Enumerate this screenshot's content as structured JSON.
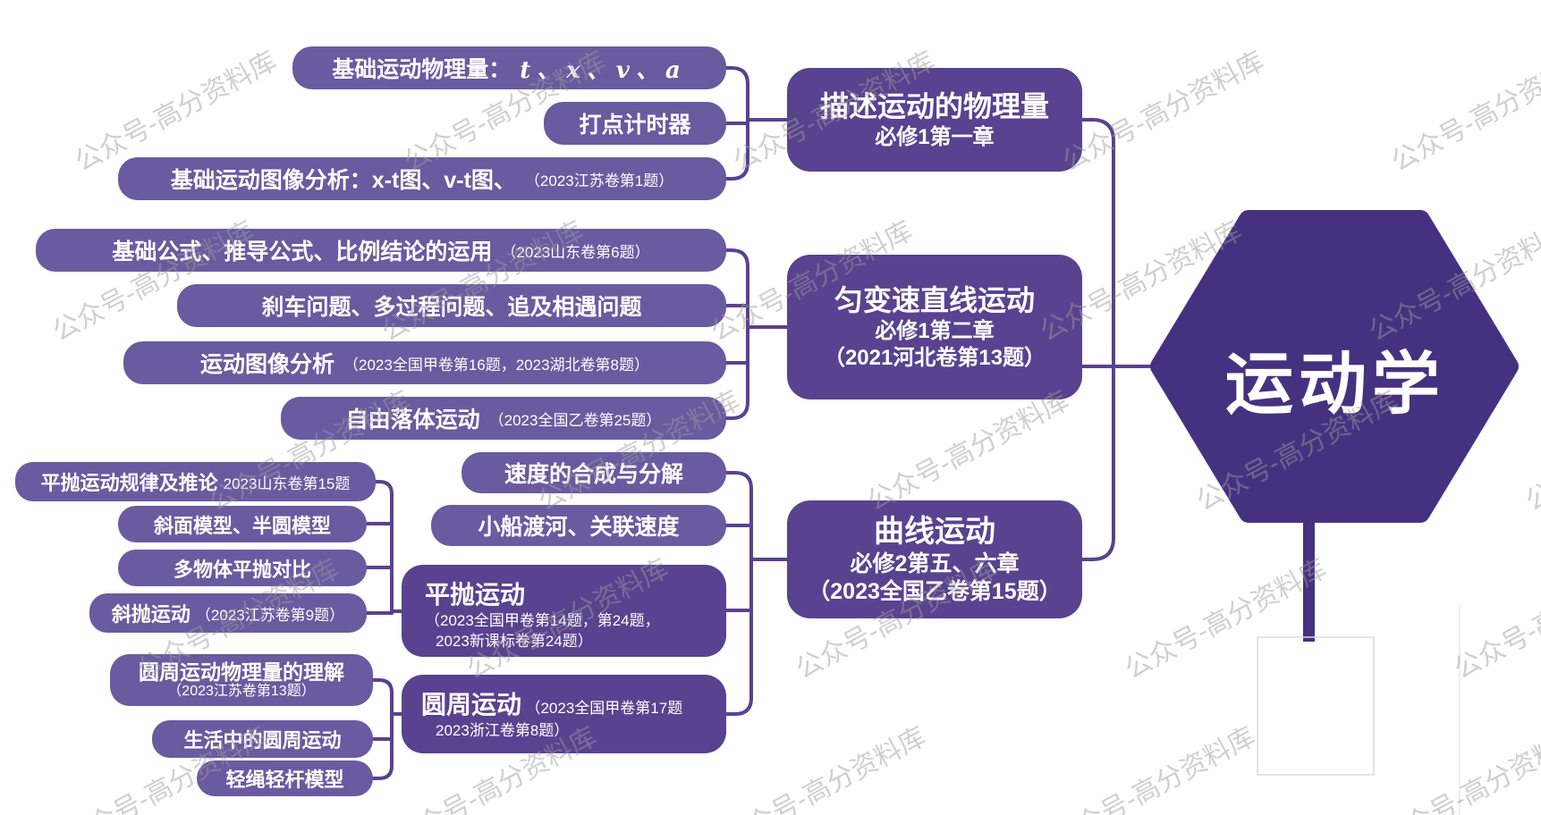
{
  "root": {
    "label": "运动学"
  },
  "watermark": {
    "text": "公众号-高分资料库"
  },
  "colors": {
    "leaf_bg": "#6a5aa0",
    "branch_bg": "#59428f",
    "root_bg": "#463181",
    "connector": "#59428f",
    "watermark": "#9c9c9c"
  },
  "branches": {
    "describe": {
      "title": "描述运动的物理量",
      "subtitle": "必修1第一章"
    },
    "uniform": {
      "title": "匀变速直线运动",
      "subtitle": "必修1第二章",
      "ref": "（2021河北卷第13题）"
    },
    "curve": {
      "title": "曲线运动",
      "subtitle": "必修2第五、六章",
      "ref": "（2023全国乙卷第15题）"
    }
  },
  "nodes": {
    "basic_quantities": {
      "label": "基础运动物理量：",
      "math": "t、x、v、a"
    },
    "ticker_timer": {
      "label": "打点计时器"
    },
    "graph_basics": {
      "label": "基础运动图像分析：x-t图、v-t图、",
      "ref": "（2023江苏卷第1题）"
    },
    "formula_usage": {
      "label": "基础公式、推导公式、比例结论的运用",
      "ref": "（2023山东卷第6题）"
    },
    "braking": {
      "label": "刹车问题、多过程问题、追及相遇问题"
    },
    "motion_graphs": {
      "label": "运动图像分析",
      "ref": "（2023全国甲卷第16题，2023湖北卷第8题）"
    },
    "free_fall": {
      "label": "自由落体运动",
      "ref": "（2023全国乙卷第25题）"
    },
    "projectile_rules": {
      "label": "平抛运动规律及推论",
      "ref": "2023山东卷第15题"
    },
    "incline_semicircle": {
      "label": "斜面模型、半圆模型"
    },
    "multi_projectile": {
      "label": "多物体平抛对比"
    },
    "oblique_projectile": {
      "label": "斜抛运动",
      "ref": "（2023江苏卷第9题）"
    },
    "velocity_compose": {
      "label": "速度的合成与分解"
    },
    "boat_crossing": {
      "label": "小船渡河、关联速度"
    },
    "projectile": {
      "label": "平抛运动",
      "ref1": "（2023全国甲卷第14题，第24题，",
      "ref2": "2023新课标卷第24题）"
    },
    "circular_quantities": {
      "label": "圆周运动物理量的理解",
      "ref": "（2023江苏卷第13题）"
    },
    "daily_circular": {
      "label": "生活中的圆周运动"
    },
    "rope_rod": {
      "label": "轻绳轻杆模型"
    },
    "circular": {
      "label": "圆周运动",
      "ref1": "（2023全国甲卷第17题",
      "ref2": "2023浙江卷第8题）"
    }
  }
}
